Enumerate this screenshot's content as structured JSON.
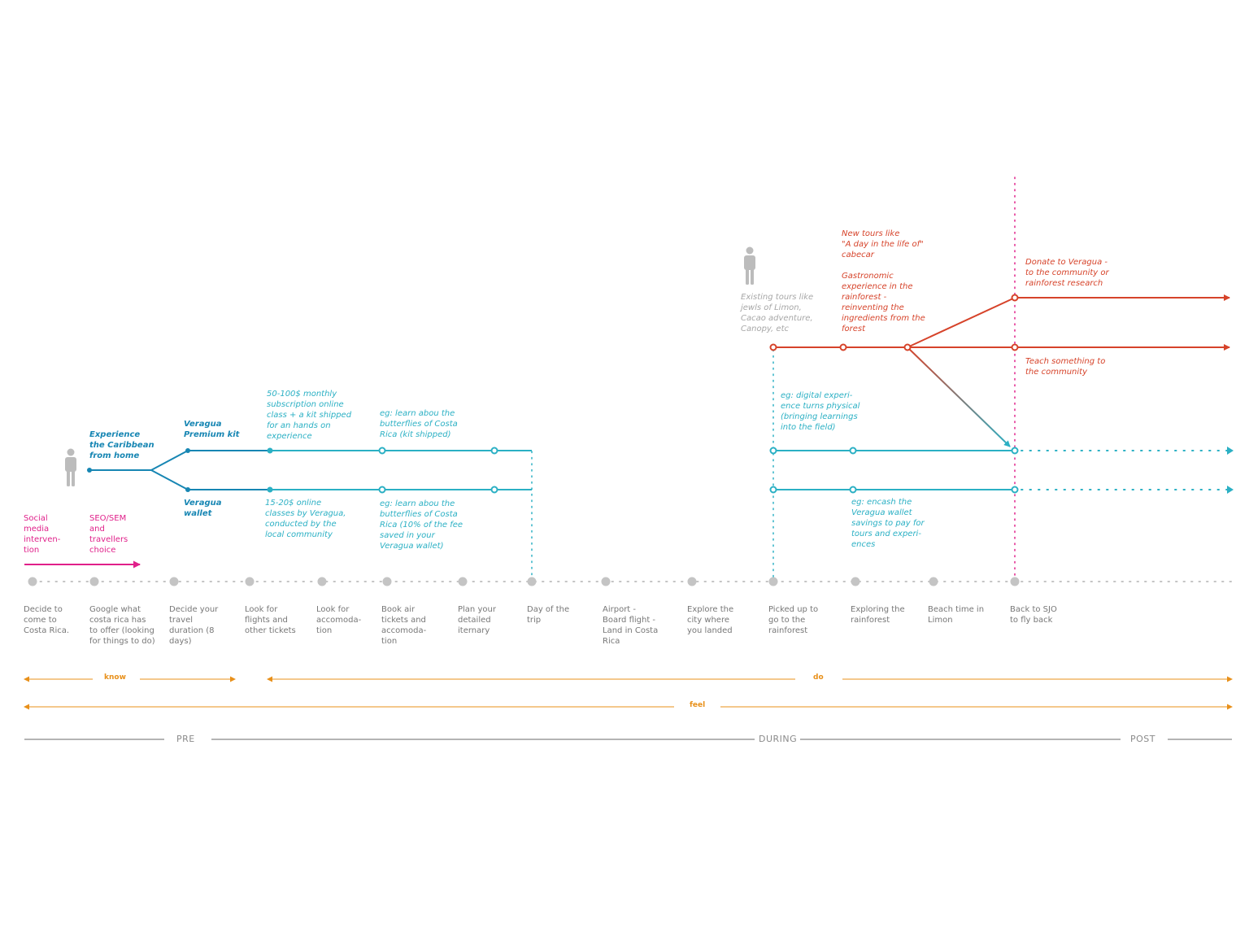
{
  "colors": {
    "grey": "#c4c4c4",
    "blue": "#1786b3",
    "teal": "#2bb0c4",
    "red": "#d6432a",
    "pink": "#e0208a",
    "orange": "#e8901a"
  },
  "steps": [
    "Decide to\ncome to\nCosta Rica.",
    "Google what\ncosta rica has\nto offer (looking\nfor things to do)",
    "Decide your\ntravel\nduration (8\ndays)",
    "Look for\nflights and\nother tickets",
    "Look for\naccomoda-\ntion",
    "Book air\ntickets and\naccomoda-\ntion",
    "Plan your\ndetailed\niternary",
    "Day of the\ntrip",
    "Airport -\nBoard flight -\nLand in Costa\nRica",
    "Explore the\ncity where\nyou landed",
    "Picked up to\ngo to the\nrainforest",
    "Exploring the\nrainforest",
    "Beach time in\nLimon",
    "Back to SJO\nto fly back"
  ],
  "pre_labels": {
    "social": "Social\nmedia\ninterven-\ntion",
    "seo": "SEO/SEM\nand\ntravellers\nchoice",
    "experience": "Experience\nthe Caribbean\nfrom home",
    "premium_kit": "Veragua\nPremium kit",
    "wallet": "Veragua\nwallet",
    "subscription": "50-100$ monthly\nsubscription online\nclass + a kit shipped\nfor an hands on\nexperience",
    "online_classes": "15-20$ online\nclasses by Veragua,\nconducted by the\nlocal community",
    "butterflies_kit": "eg: learn abou the\nbutterflies of Costa\nRica (kit shipped)",
    "butterflies_wallet": "eg: learn abou the\nbutterflies of Costa\nRica (10% of the fee\nsaved in your\nVeragua wallet)"
  },
  "during_labels": {
    "existing_tours": "Existing tours like\njewls of Limon,\nCacao adventure,\nCanopy, etc",
    "new_tours": "New tours like\n\"A day in the life of\"\ncabecar",
    "gastronomic": "Gastronomic\nexperience in the\nrainforest -\nreinventing the\ningredients from the\nforest",
    "digital_physical": "eg: digital experi-\nence turns physical\n(bringing learnings\ninto the field)",
    "encash": "eg: encash the\nVeragua wallet\nsavings to pay for\ntours and experi-\nences"
  },
  "post_labels": {
    "donate": "Donate to Veragua -\nto the community or\nrainforest research",
    "teach": "Teach something to\nthe community"
  },
  "phases": {
    "know": "know",
    "do": "do",
    "feel": "feel"
  },
  "stages": {
    "pre": "PRE",
    "during": "DURING",
    "post": "POST"
  }
}
